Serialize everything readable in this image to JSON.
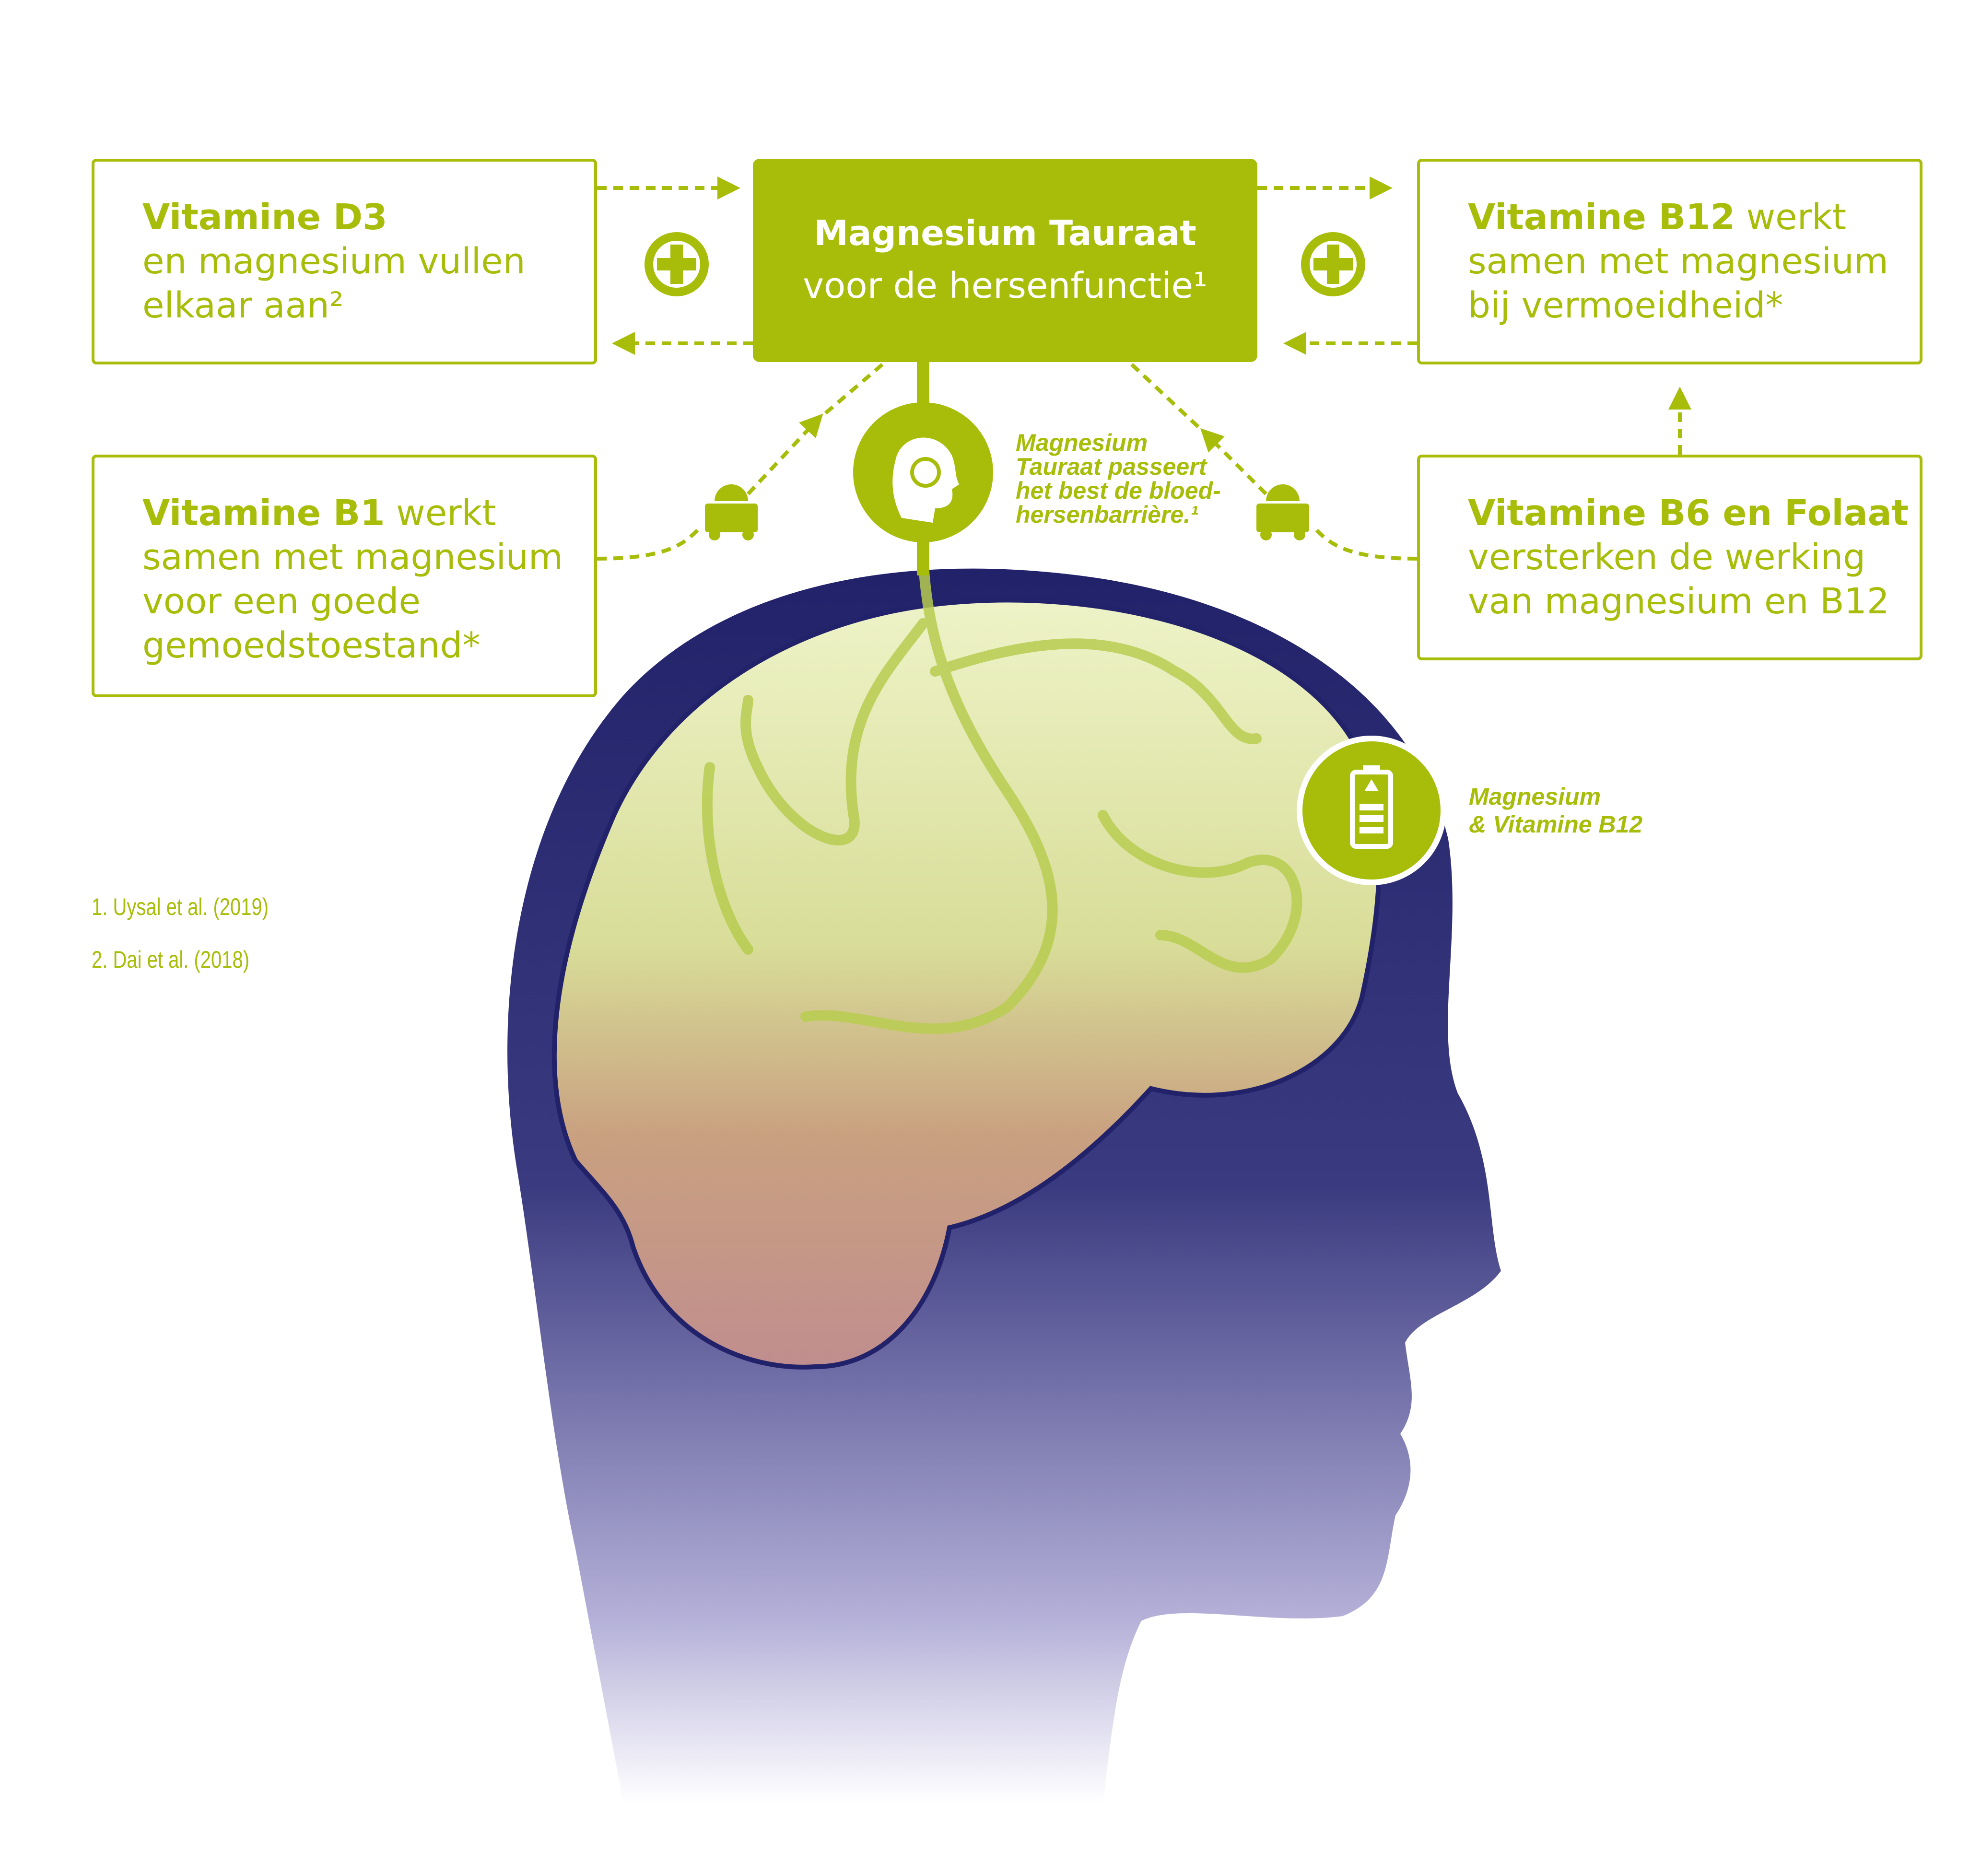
{
  "center": {
    "title": "Magnesium Tauraat",
    "subtitle": "voor de hersenfunctie¹"
  },
  "boxes": {
    "d3": {
      "bold": "Vitamine D3",
      "lines": [
        "en magnesium vullen",
        "elkaar aan²"
      ]
    },
    "b12": {
      "bold": "Vitamine B12",
      "rest": " werkt",
      "lines": [
        "samen met magnesium",
        "bij vermoeidheid*"
      ]
    },
    "b1": {
      "bold": "Vitamine B1",
      "rest": " werkt",
      "lines": [
        "samen met magnesium",
        "voor een goede",
        "gemoedstoestand*"
      ]
    },
    "b6": {
      "bold": "Vitamine B6 en Folaat",
      "lines": [
        "versterken de werking",
        "van magnesium en B12"
      ]
    }
  },
  "notes": {
    "barrier": [
      "Magnesium",
      "Tauraat passeert",
      "het best de bloed-",
      "hersenbarrière.¹"
    ],
    "battery": [
      "Magnesium",
      "& Vitamine B12"
    ]
  },
  "references": [
    "1.  Uysal et al. (2019)",
    "2. Dai et al. (2018)"
  ],
  "colors": {
    "accent": "#a8bd0a",
    "navy": "#22226a"
  }
}
